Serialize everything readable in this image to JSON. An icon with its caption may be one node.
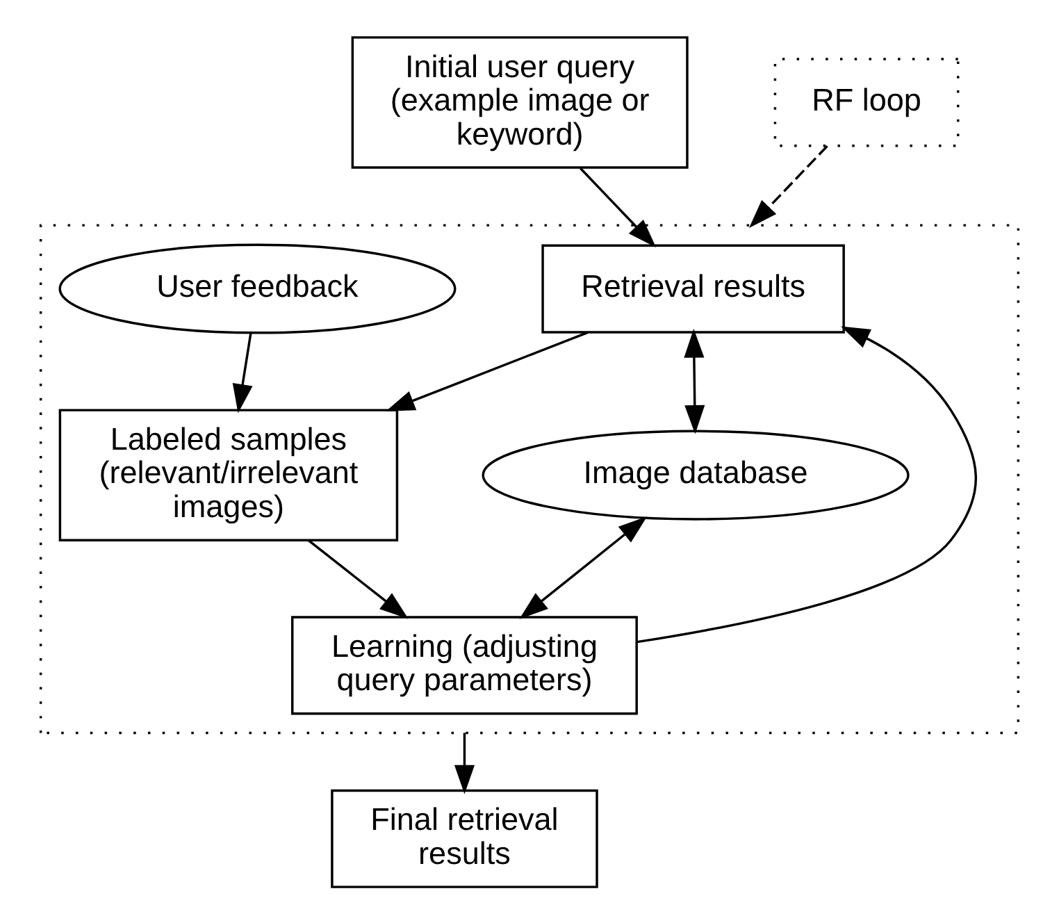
{
  "diagram": {
    "nodes": [
      {
        "text": [
          "Initial user query (example image or keyword)"
        ]
      },
      {
        "text": [
          "RF loop"
        ]
      },
      {
        "text": [],
        "shape": "box"
      },
      {
        "text": [
          "Retrieval results"
        ],
        "in": 2
      },
      {
        "text": [
          "User feedback"
        ],
        "in": 2
      },
      {
        "text": [
          "Image database"
        ],
        "in": 2
      },
      {
        "text": [
          "Labeled samples (relevant/irrelevant images)"
        ],
        "in": 2
      },
      {
        "text": [
          "Learning (adjusting query parameters)"
        ],
        "in": 2
      },
      {
        "text": [
          "Final retrieval results"
        ]
      }
    ],
    "edges": [
      {
        "from": 0,
        "to": 3,
        "arrow": "to"
      },
      {
        "from": 1,
        "to": 2,
        "arrow": "to",
        "style": "dashed"
      },
      {
        "from": 5,
        "to": 3,
        "arrow": "both"
      },
      {
        "from": 3,
        "to": 6,
        "arrow": "to"
      },
      {
        "from": 4,
        "to": 6,
        "arrow": "to"
      },
      {
        "from": 6,
        "to": 7,
        "arrow": "to"
      },
      {
        "from": 5,
        "to": 7,
        "arrow": "both"
      },
      {
        "from": 7,
        "to": 3,
        "arrow": "to"
      },
      {
        "from": 2,
        "to": 8,
        "arrow": "to"
      }
    ]
  }
}
